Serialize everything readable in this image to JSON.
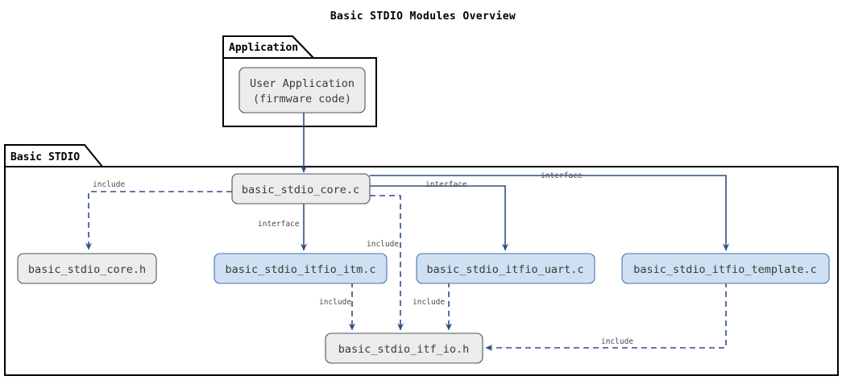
{
  "diagram": {
    "title": "Basic STDIO Modules Overview",
    "packages": [
      {
        "id": "application",
        "label": "Application"
      },
      {
        "id": "basic_stdio",
        "label": "Basic STDIO"
      }
    ],
    "nodes": [
      {
        "id": "user_app",
        "label_line1": "User Application",
        "label_line2": "(firmware code)",
        "style": "gray"
      },
      {
        "id": "core_c",
        "label": "basic_stdio_core.c",
        "style": "gray"
      },
      {
        "id": "core_h",
        "label": "basic_stdio_core.h",
        "style": "gray"
      },
      {
        "id": "itm_c",
        "label": "basic_stdio_itfio_itm.c",
        "style": "blue"
      },
      {
        "id": "uart_c",
        "label": "basic_stdio_itfio_uart.c",
        "style": "blue"
      },
      {
        "id": "template_c",
        "label": "basic_stdio_itfio_template.c",
        "style": "blue"
      },
      {
        "id": "itf_io_h",
        "label": "basic_stdio_itf_io.h",
        "style": "gray"
      }
    ],
    "edges": [
      {
        "from": "user_app",
        "to": "core_c",
        "label": "",
        "kind": "solid"
      },
      {
        "from": "core_c",
        "to": "core_h",
        "label": "include",
        "kind": "dashed"
      },
      {
        "from": "core_c",
        "to": "itm_c",
        "label": "interface",
        "kind": "solid"
      },
      {
        "from": "core_c",
        "to": "uart_c",
        "label": "interface",
        "kind": "solid"
      },
      {
        "from": "core_c",
        "to": "template_c",
        "label": "interface",
        "kind": "solid"
      },
      {
        "from": "core_c",
        "to": "itf_io_h",
        "label": "include",
        "kind": "dashed"
      },
      {
        "from": "itm_c",
        "to": "itf_io_h",
        "label": "include",
        "kind": "dashed"
      },
      {
        "from": "uart_c",
        "to": "itf_io_h",
        "label": "include",
        "kind": "dashed"
      },
      {
        "from": "template_c",
        "to": "itf_io_h",
        "label": "include",
        "kind": "dashed"
      }
    ],
    "labels": {
      "include": "include",
      "interface": "interface"
    },
    "colors": {
      "node_gray_fill": "#ececec",
      "node_gray_stroke": "#555555",
      "node_blue_fill": "#cfe0f3",
      "node_blue_stroke": "#4a72a8",
      "edge": "#2d4f86",
      "package_stroke": "#000000",
      "background": "#ffffff"
    }
  }
}
